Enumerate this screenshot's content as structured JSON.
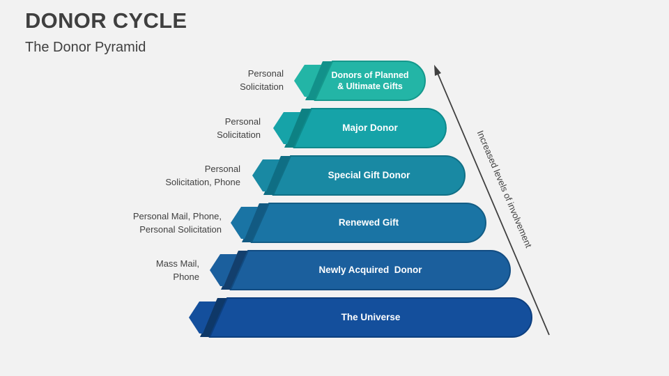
{
  "slide": {
    "title": "DONOR CYCLE",
    "subtitle": "The Donor Pyramid",
    "background": "#F2F2F2",
    "heading_color": "#3F3F3F",
    "body_text_color": "#404040",
    "bar_text_color": "#FFFFFF"
  },
  "pyramid": {
    "levels": [
      {
        "label": "Donors of Planned & Ultimate Gifts",
        "label_lines": [
          "Donors of Planned",
          "& Ultimate Gifts"
        ],
        "tactic": "Personal Solicitation",
        "tactic_lines": [
          "Personal",
          "Solicitation"
        ],
        "fill": "#23B5A6",
        "border": "#15988C",
        "strip": "#12918A"
      },
      {
        "label": "Major Donor",
        "tactic": "Personal Solicitation",
        "tactic_lines": [
          "Personal",
          "Solicitation"
        ],
        "fill": "#16A3A8",
        "border": "#0E8A8C",
        "strip": "#0D8183"
      },
      {
        "label": "Special Gift Donor",
        "tactic": "Personal Solicitation, Phone",
        "tactic_lines": [
          "Personal",
          "Solicitation, Phone"
        ],
        "fill": "#1989A3",
        "border": "#117086",
        "strip": "#0F6E84"
      },
      {
        "label": "Renewed Gift",
        "tactic": "Personal Mail, Phone, Personal Solicitation",
        "tactic_lines": [
          "Personal Mail, Phone,",
          "Personal Solicitation"
        ],
        "fill": "#1A74A4",
        "border": "#135D85",
        "strip": "#125A82"
      },
      {
        "label": "Newly Acquired  Donor",
        "tactic": "Mass Mail, Phone",
        "tactic_lines": [
          "Mass Mail,",
          "Phone"
        ],
        "fill": "#1B5F9D",
        "border": "#124C82",
        "strip": "#133F6D"
      },
      {
        "label": "The Universe",
        "tactic": "",
        "tactic_lines": [],
        "fill": "#144F9C",
        "border": "#0D3F7F",
        "strip": "#0E3868"
      }
    ],
    "axis_label": "Increased levels of involvement",
    "arrow_color": "#404040"
  }
}
